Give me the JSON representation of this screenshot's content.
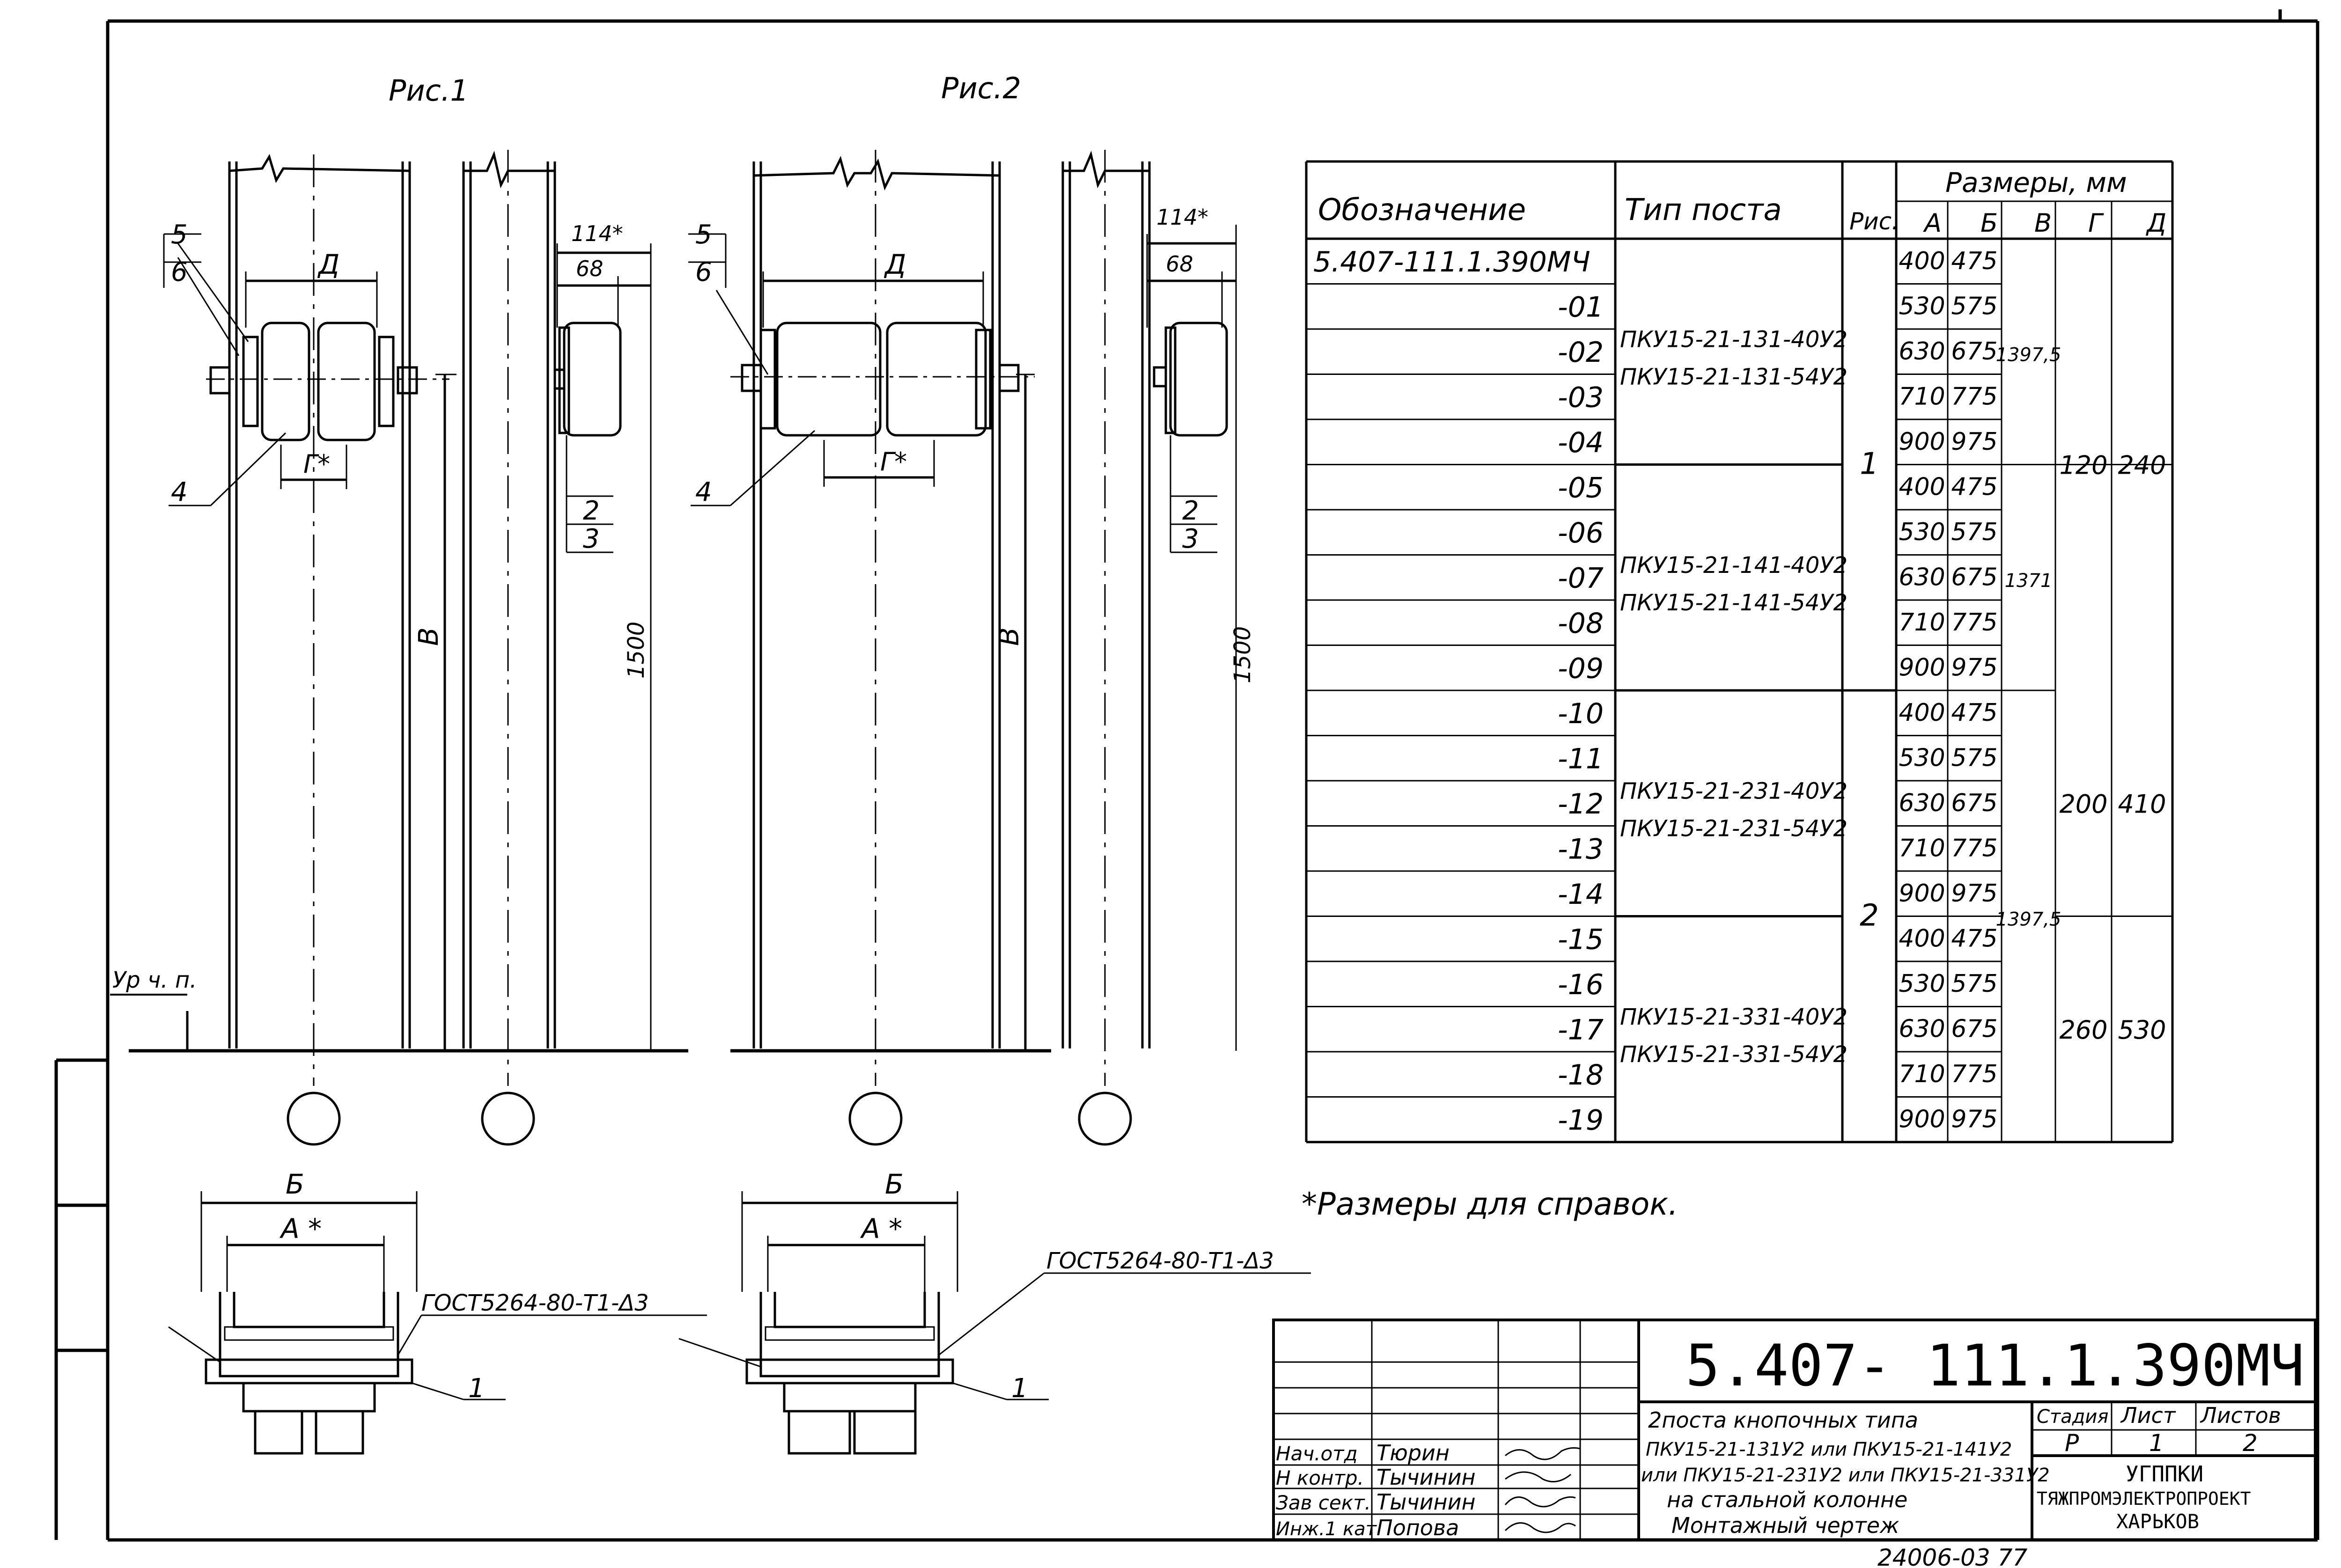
{
  "figures": {
    "fig1_label": "Рис.1",
    "fig2_label": "Рис.2",
    "dim_D": "Д",
    "dim_G": "Г*",
    "dim_V": "В",
    "dim_1500": "1500",
    "dim_114": "114*",
    "dim_68": "68",
    "dim_B": "Б",
    "dim_A": "А *",
    "floor_level": "Ур ч. п.",
    "callout_1": "1",
    "callout_2": "2",
    "callout_3": "3",
    "callout_4": "4",
    "callout_5": "5",
    "callout_6": "6",
    "weld_note": "ГОСТ5264-80-Т1-Δ3"
  },
  "table": {
    "headers": {
      "designation": "Обозначение",
      "post_type": "Тип поста",
      "fig": "Рис.",
      "sizes": "Размеры, мм",
      "A": "А",
      "B": "Б",
      "V": "В",
      "G": "Г",
      "D": "Д"
    },
    "designations": [
      "5.407-111.1.390МЧ",
      "-01",
      "-02",
      "-03",
      "-04",
      "-05",
      "-06",
      "-07",
      "-08",
      "-09",
      "-10",
      "-11",
      "-12",
      "-13",
      "-14",
      "-15",
      "-16",
      "-17",
      "-18",
      "-19"
    ],
    "A": [
      "400",
      "530",
      "630",
      "710",
      "900",
      "400",
      "530",
      "630",
      "710",
      "900",
      "400",
      "530",
      "630",
      "710",
      "900",
      "400",
      "530",
      "630",
      "710",
      "900"
    ],
    "B": [
      "475",
      "575",
      "675",
      "775",
      "975",
      "475",
      "575",
      "675",
      "775",
      "975",
      "475",
      "575",
      "675",
      "775",
      "975",
      "475",
      "575",
      "675",
      "775",
      "975"
    ],
    "post_types": [
      [
        "ПКУ15-21-131-40У2",
        "ПКУ15-21-131-54У2"
      ],
      [
        "ПКУ15-21-141-40У2",
        "ПКУ15-21-141-54У2"
      ],
      [
        "ПКУ15-21-231-40У2",
        "ПКУ15-21-231-54У2"
      ],
      [
        "ПКУ15-21-331-40У2",
        "ПКУ15-21-331-54У2"
      ]
    ],
    "fig_values": [
      "1",
      "2"
    ],
    "V_values": [
      "1397,5",
      "1371",
      "1397,5"
    ],
    "G_values": [
      "120",
      "200",
      "260"
    ],
    "D_values": [
      "240",
      "410",
      "530"
    ]
  },
  "note": "*Размеры для справок.",
  "title_block": {
    "doc_code": "5.407- 111.1.390МЧ",
    "title_lines": [
      "2поста кнопочных типа",
      "ПКУ15-21-131У2 или ПКУ15-21-141У2",
      "или ПКУ15-21-231У2 или ПКУ15-21-331У2",
      "на стальной колонне",
      "Монтажный чертеж"
    ],
    "stage_label": "Стадия",
    "sheet_label": "Лист",
    "sheets_label": "Листов",
    "stage": "Р",
    "sheet": "1",
    "sheets": "2",
    "org_lines": [
      "УГППКИ",
      "ТЯЖПРОМЭЛЕКТРОПРОЕКТ",
      "ХАРЬКОВ"
    ],
    "roles": [
      "Нач.отд",
      "Н контр.",
      "Зав сект.",
      "Инж.1 кат"
    ],
    "names": [
      "Тюрин",
      "Тычинин",
      "Тычинин",
      "Попова"
    ],
    "bottom_stamp": "24006-03  77"
  }
}
